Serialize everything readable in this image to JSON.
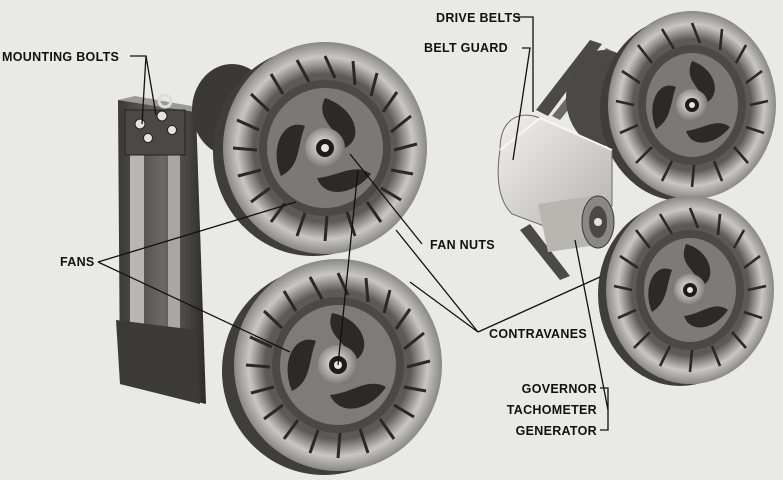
{
  "labels": {
    "mounting_bolts": "MOUNTING BOLTS",
    "fans": "FANS",
    "drive_belts": "DRIVE BELTS",
    "belt_guard": "BELT GUARD",
    "fan_nuts": "FAN NUTS",
    "contravanes": "CONTRAVANES",
    "governor": [
      "GOVERNOR",
      "TACHOMETER",
      "GENERATOR"
    ]
  },
  "colors": {
    "background": "#e9e9e6",
    "metal_light": "#d6d4cf",
    "metal_mid": "#8e8c88",
    "metal_dark": "#2e2d2b",
    "text": "#111111"
  }
}
